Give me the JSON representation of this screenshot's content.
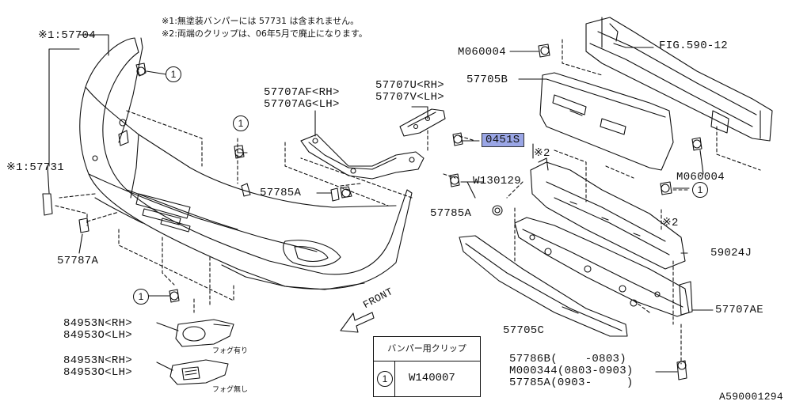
{
  "notes": {
    "line1": "※1:無塗装バンパーには 57731 は含まれません。",
    "line2": "※2:両端のクリップは、06年5月で廃止になります。"
  },
  "clip_marker": "1",
  "parts": {
    "p57704": "※1:57704",
    "p57731": "※1:57731",
    "p57707af": "57707AF<RH>",
    "p57707ag": "57707AG<LH>",
    "p57707u": "57707U<RH>",
    "p57707v": "57707V<LH>",
    "m060004_top": "M060004",
    "p57705b": "57705B",
    "fig": "FIG.590-12",
    "p0451s": "0451S",
    "star2_a": "※2",
    "star2_b": "※2",
    "w130129": "W130129",
    "m060004_right": "M060004",
    "p57785a_left": "57785A",
    "p57785a_mid": "57785A",
    "p57787a": "57787A",
    "p59024j": "59024J",
    "p57707ae": "57707AE",
    "p57705c": "57705C",
    "p84953n_1": "84953N<RH>",
    "p84953o_1": "84953O<LH>",
    "p84953n_2": "84953N<RH>",
    "p84953o_2": "84953O<LH>",
    "fog_yes": "フォグ有り",
    "fog_no": "フォグ無し",
    "front": "FRONT",
    "p57786b": "57786B(    -0803)",
    "m000344": "M000344(0803-0903)",
    "p57785a_bottom": "57785A(0903-     )"
  },
  "legend": {
    "title": "バンパー用クリップ",
    "marker": "1",
    "value": "W140007"
  },
  "diagram_id": "A590001294",
  "highlight_color": "#9aa6e6"
}
